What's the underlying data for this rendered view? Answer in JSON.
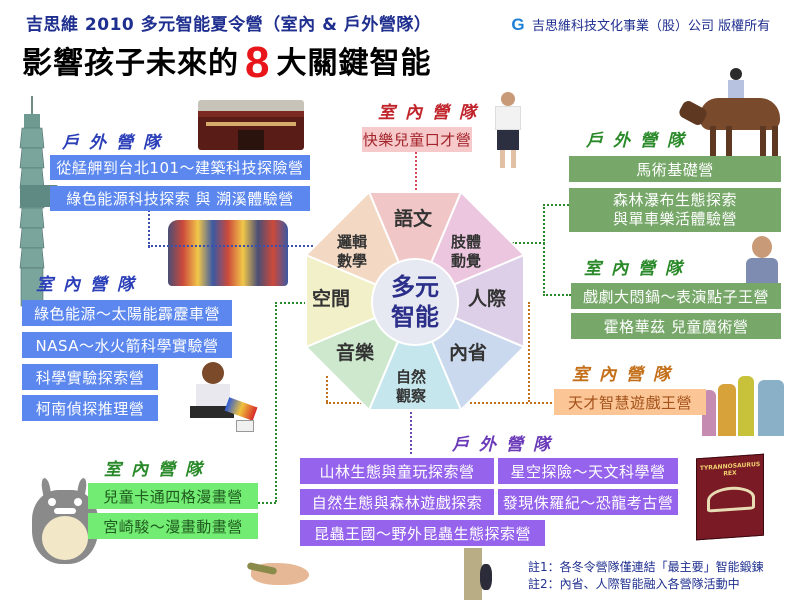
{
  "header": {
    "subtitle": "吉思維 2010 多元智能夏令營（室內 & 戶外營隊）",
    "headline_before": "影響孩子未來的",
    "headline_number": "8",
    "headline_after": "大關鍵智能",
    "company_logo": "G",
    "company": "吉思維科技文化事業（股）公司 版權所有"
  },
  "center": {
    "line1": "多元",
    "line2": "智能"
  },
  "intelligences": [
    {
      "label": "語文",
      "color": "#f0c7c6"
    },
    {
      "label": "肢體\n動覺",
      "color": "#ecc6de"
    },
    {
      "label": "人際",
      "color": "#ddcfe8"
    },
    {
      "label": "內省",
      "color": "#cad9ee"
    },
    {
      "label": "自然\n觀察",
      "color": "#c5e6ec"
    },
    {
      "label": "音樂",
      "color": "#cde8cd"
    },
    {
      "label": "空間",
      "color": "#f2f0c8"
    },
    {
      "label": "邏輯\n數學",
      "color": "#f3d9c3"
    }
  ],
  "groups": {
    "outdoor_blue": {
      "team_label": "戶外營隊",
      "color": "#5b87ee",
      "items": [
        "從艋舺到台北101～建築科技探險營",
        "綠色能源科技探索 與 溯溪體驗營"
      ]
    },
    "indoor_pink": {
      "team_label": "室內營隊",
      "color": "#f6cacb",
      "items": [
        "快樂兒童口才營"
      ]
    },
    "outdoor_green": {
      "team_label": "戶外營隊",
      "color": "#77a86a",
      "items": [
        "馬術基礎營",
        "森林瀑布生態探索\n與單車樂活體驗營"
      ]
    },
    "indoor_blue": {
      "team_label": "室內營隊",
      "color": "#5b87ee",
      "items": [
        "綠色能源～太陽能霹靂車營",
        "NASA～水火箭科學實驗營",
        "科學實驗探索營",
        "柯南偵探推理營"
      ]
    },
    "indoor_green": {
      "team_label": "室內營隊",
      "color": "#77a86a",
      "items": [
        "戲劇大悶鍋～表演點子王營",
        "霍格華茲 兒童魔術營"
      ]
    },
    "indoor_orange": {
      "team_label": "室內營隊",
      "color": "#fbc595",
      "items": [
        "天才智慧遊戲王營"
      ]
    },
    "outdoor_purple": {
      "team_label": "戶外營隊",
      "color": "#9664ec",
      "items": [
        "山林生態與童玩探索營",
        "星空探險～天文科學營",
        "自然生態與森林遊戲探索",
        "發現侏羅紀～恐龍考古營",
        "昆蟲王國～野外昆蟲生態探索營"
      ]
    },
    "indoor_lightgreen": {
      "team_label": "室內營隊",
      "color": "#72ec72",
      "items": [
        "兒童卡通四格漫畫營",
        "宮崎駿～漫畫動畫營"
      ]
    }
  },
  "notes": [
    "註1：各冬令營隊僅連結「最主要」智能鍛鍊",
    "註2：內省、人際智能融入各營隊活動中"
  ],
  "images": {
    "taipei101": "taipei-101-tower",
    "temple": "longshan-temple",
    "boy_standing": "boy-in-uniform",
    "horse_rider": "child-on-horse",
    "group_photo": "children-in-life-vests",
    "boy_thinking": "boy-thinking",
    "boy_car": "boy-with-solar-car",
    "costumes": "children-in-costumes",
    "totoro": "totoro-character",
    "lizard_hand": "hand-holding-lizard",
    "beetle": "stag-beetle",
    "dino_kit": "tyrannosaurus-rex-kit"
  },
  "dino_kit_label": "TYRANNOSAURUS REX"
}
